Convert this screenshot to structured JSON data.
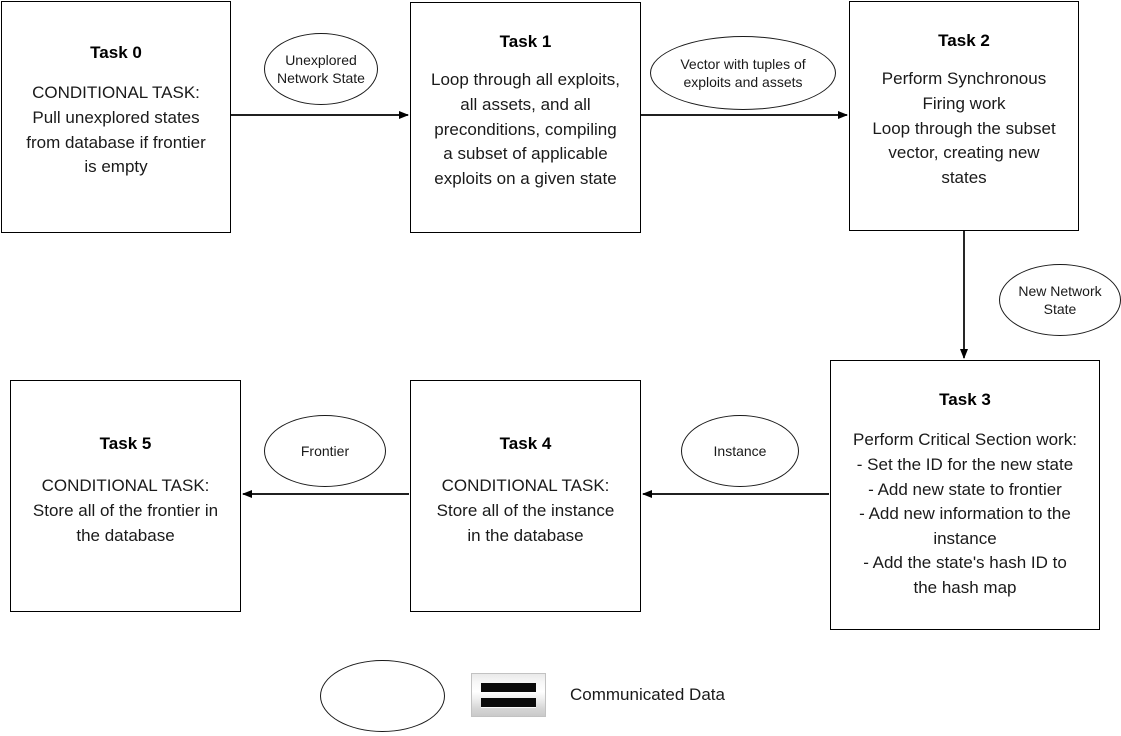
{
  "diagram": {
    "title": "Task pipeline flowchart",
    "line_color": "#000000",
    "text_color": "#1a1a1a"
  },
  "nodes": [
    {
      "id": "task-0",
      "title": "Task 0",
      "body": "CONDITIONAL TASK:\nPull unexplored states\nfrom database if frontier\nis empty"
    },
    {
      "id": "task-1",
      "title": "Task 1",
      "body": "Loop through all exploits,\nall assets, and all\npreconditions, compiling\na subset of applicable\nexploits on a given state"
    },
    {
      "id": "task-2",
      "title": "Task 2",
      "body": "Perform Synchronous\nFiring work\nLoop through the subset\nvector, creating new\nstates"
    },
    {
      "id": "task-3",
      "title": "Task 3",
      "body": "Perform Critical Section work:\n- Set the ID for the new state\n- Add new state to frontier\n- Add new information to the\ninstance\n- Add the state's hash ID to\nthe hash map"
    },
    {
      "id": "task-4",
      "title": "Task 4",
      "body": "CONDITIONAL TASK:\nStore all of the instance\nin the database"
    },
    {
      "id": "task-5",
      "title": "Task 5",
      "body": "CONDITIONAL TASK:\nStore all of the frontier in\nthe database"
    }
  ],
  "data_labels": [
    {
      "id": "unexplored-network-state",
      "text": "Unexplored\nNetwork State"
    },
    {
      "id": "vector-tuples",
      "text": "Vector with tuples of\nexploits and assets"
    },
    {
      "id": "new-network-state",
      "text": "New Network\nState"
    },
    {
      "id": "instance",
      "text": "Instance"
    },
    {
      "id": "frontier",
      "text": "Frontier"
    }
  ],
  "legend": {
    "label": "Communicated Data",
    "icon_name": "equals-icon"
  }
}
